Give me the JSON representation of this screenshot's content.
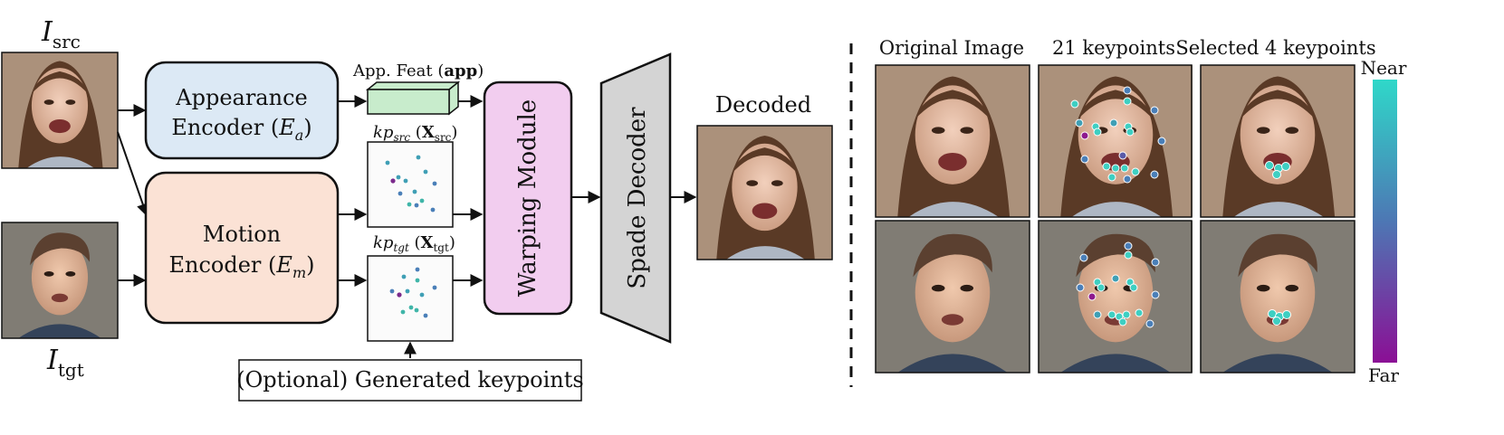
{
  "labels": {
    "i_src": {
      "base": "I",
      "sub": "src"
    },
    "i_tgt": {
      "base": "I",
      "sub": "tgt"
    },
    "app_feat": {
      "prefix": "App. Feat (",
      "bold": "app",
      "suffix": ")"
    },
    "kp_src": {
      "kp": "kp",
      "kp_sub": "src",
      "open": " (",
      "x": "X",
      "x_sub": "src",
      "close": ")"
    },
    "kp_tgt": {
      "kp": "kp",
      "kp_sub": "tgt",
      "open": " (",
      "x": "X",
      "x_sub": "tgt",
      "close": ")"
    },
    "decoded": "Decoded"
  },
  "blocks": {
    "appearance": {
      "line1": "Appearance",
      "line2_prefix": "Encoder (",
      "var": "E",
      "sub": "a",
      "line2_suffix": ")",
      "fill": "#dce9f5"
    },
    "motion": {
      "line1": "Motion",
      "line2_prefix": "Encoder (",
      "var": "E",
      "sub": "m",
      "line2_suffix": ")",
      "fill": "#fbe2d5"
    },
    "warping": {
      "label": "Warping Module",
      "fill": "#f2cdef"
    },
    "spade": {
      "label": "Spade Decoder",
      "fill": "#d4d4d4"
    },
    "optional": {
      "label": "(Optional) Generated keypoints"
    }
  },
  "panel": {
    "columns": [
      "Original Image",
      "21 keypoints",
      "Selected 4 keypoints"
    ],
    "colorbar": {
      "top": "Near",
      "bottom": "Far",
      "top_color": "#2fd8c9",
      "bottom_color": "#8b0f95"
    }
  },
  "colors": {
    "feat_box": "#c8eccc",
    "photo_girl": "#a88e78",
    "photo_boy": "#7d7a72",
    "keypoint_near": "#3ecfc2",
    "keypoint_far": "#8e1a8e",
    "keypoint_mid": "#4a7fb8"
  }
}
